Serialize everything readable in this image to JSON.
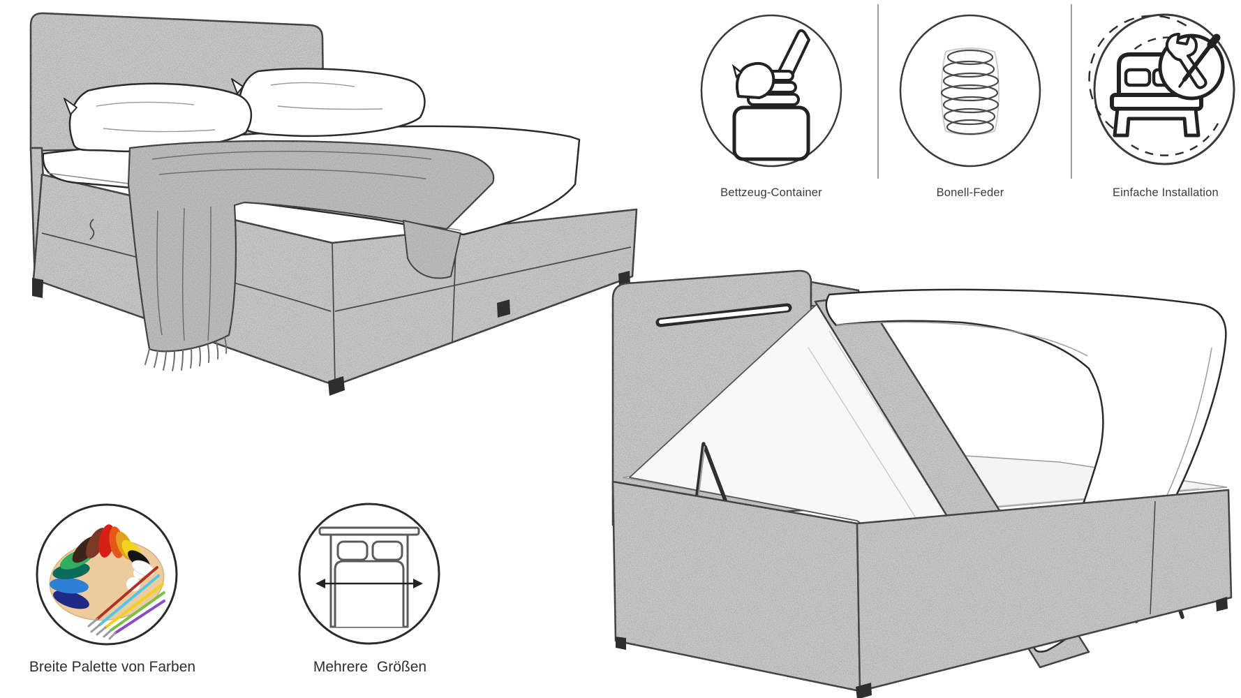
{
  "page": {
    "background_color": "#ffffff",
    "type_label": "product feature infographic"
  },
  "top_features": {
    "items": [
      {
        "label": "Bettzeug-Container",
        "icon": "bedding-container-icon"
      },
      {
        "label": "Bonell-Feder",
        "icon": "bonell-spring-icon"
      },
      {
        "label": "Einfache Installation",
        "icon": "easy-installation-icon"
      }
    ]
  },
  "bottom_features": {
    "items": [
      {
        "label": "Breite Palette von Farben",
        "icon": "color-palette-icon"
      },
      {
        "label": "Mehrere Größen",
        "icon": "multiple-sizes-icon"
      }
    ]
  },
  "illustrations": {
    "bed_closed": {
      "icon": "boxspring-bed-sketch",
      "style": "pencil sketch, gray fabric, white mattress, throw blanket with fringe"
    },
    "bed_open": {
      "icon": "storage-bed-open-sketch",
      "style": "pencil sketch, lifted mattress showing bedding storage with gas struts"
    }
  },
  "colors": {
    "fabric_gray": "#d4d4d4",
    "blanket_gray": "#c9c9c9",
    "outline": "#2b2b2b",
    "divider_gray": "#9f9f9f",
    "label_text": "#3b3b3b",
    "palette_wood": "#eccb9f",
    "palette_paints": [
      "#1f2a86",
      "#2f7fd6",
      "#0b6b5c",
      "#2fae5e",
      "#3a2418",
      "#7c3a26",
      "#d81f16",
      "#e8571a",
      "#e2a11d",
      "#f2d21f",
      "#141414",
      "#fafafa"
    ],
    "brush_handles": [
      "#4fc7e8",
      "#f0d020",
      "#79c143",
      "#8a4bc9",
      "#b03226"
    ]
  }
}
